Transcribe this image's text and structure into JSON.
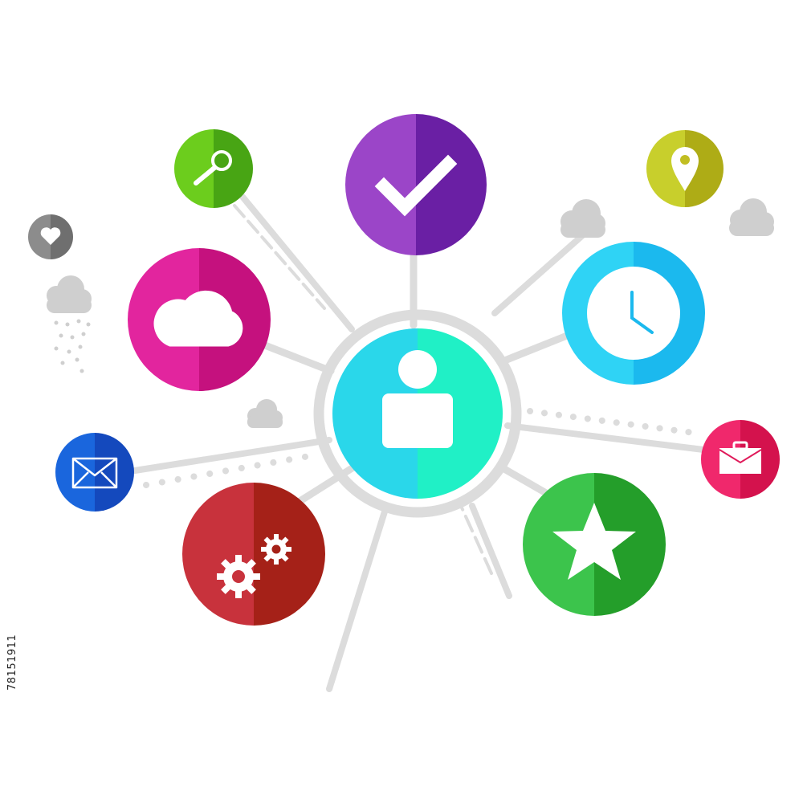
{
  "stock_id": "78151911",
  "colors": {
    "connector": "#dcdcdc",
    "cloud": "#cfcfcf",
    "center_left": "#2ad7ea",
    "center_right": "#20f0c6",
    "check_left": "#9b45c8",
    "check_right": "#6a1fa4",
    "clock_left": "#2fd3f5",
    "clock_right": "#1bb9ee",
    "cloud_icon_left": "#e2259e",
    "cloud_icon_right": "#c5117e",
    "search_left": "#6ccd1d",
    "search_right": "#48a514",
    "location_left": "#c8cf2c",
    "location_right": "#aeac16",
    "heart_left": "#8c8c8c",
    "heart_right": "#6f6f6f",
    "mail_left": "#1a66dd",
    "mail_right": "#1449bd",
    "gear_left": "#c8323c",
    "gear_right": "#a52118",
    "star_left": "#3cc44c",
    "star_right": "#249e2a",
    "briefcase_left": "#f0286c",
    "briefcase_right": "#d4124d"
  },
  "nodes": [
    {
      "name": "user-hub",
      "icon": "user-icon"
    },
    {
      "name": "check-node",
      "icon": "checkmark-icon"
    },
    {
      "name": "clock-node",
      "icon": "clock-icon"
    },
    {
      "name": "cloud-node",
      "icon": "cloud-icon"
    },
    {
      "name": "search-node",
      "icon": "search-icon"
    },
    {
      "name": "location-node",
      "icon": "location-pin-icon"
    },
    {
      "name": "favorite-node",
      "icon": "heart-icon"
    },
    {
      "name": "mail-node",
      "icon": "envelope-icon"
    },
    {
      "name": "settings-node",
      "icon": "gears-icon"
    },
    {
      "name": "star-node",
      "icon": "star-icon"
    },
    {
      "name": "briefcase-node",
      "icon": "briefcase-icon"
    }
  ]
}
